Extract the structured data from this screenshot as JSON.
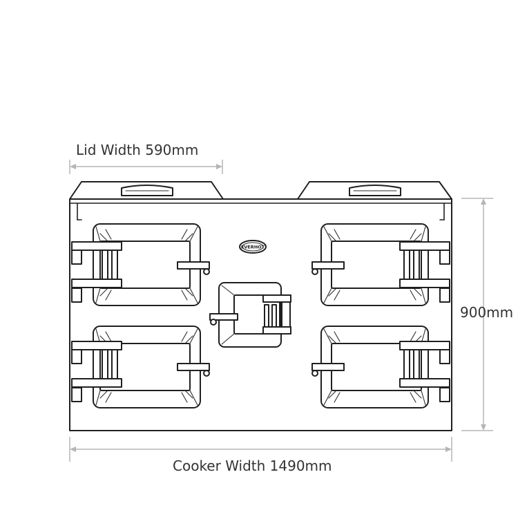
{
  "labels": {
    "lid_width": "Lid Width 590mm",
    "height": "900mm",
    "cooker_width": "Cooker Width 1490mm"
  },
  "badge": {
    "text": "EVERHOT"
  },
  "colors": {
    "outline": "#1f1f1f",
    "dimension_line": "#b5b5b5",
    "label_text": "#333333",
    "background": "#ffffff"
  }
}
